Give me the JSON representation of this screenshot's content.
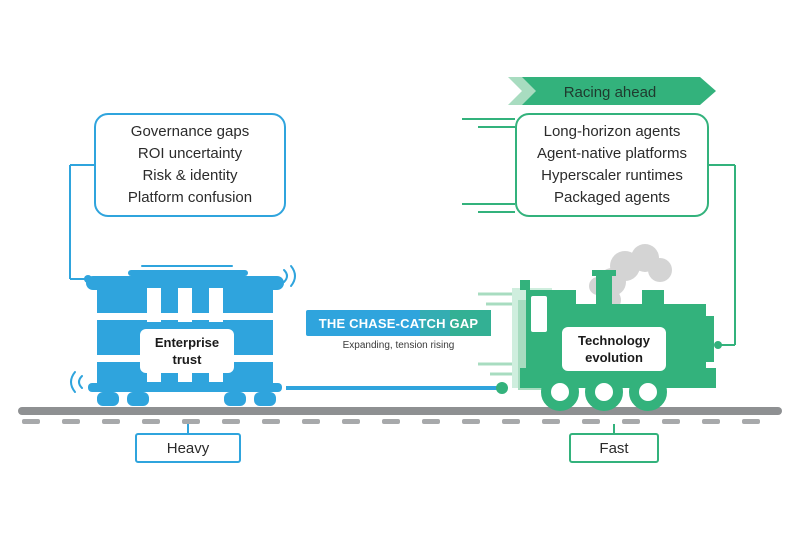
{
  "left_box": {
    "items": [
      "Governance gaps",
      "ROI uncertainty",
      "Risk & identity",
      "Platform confusion"
    ]
  },
  "right_box": {
    "items": [
      "Long-horizon agents",
      "Agent-native platforms",
      "Hyperscaler runtimes",
      "Packaged agents"
    ]
  },
  "racing_label": "Racing ahead",
  "gap": {
    "title": "THE CHASE-CATCH GAP",
    "subtitle": "Expanding, tension rising"
  },
  "car": {
    "line1": "Enterprise",
    "line2": "trust"
  },
  "locomotive": {
    "line1": "Technology",
    "line2": "evolution"
  },
  "badges": {
    "left": "Heavy",
    "right": "Fast"
  },
  "colors": {
    "blue": "#2fa4dd",
    "green": "#33b27c",
    "light_green": "#a8dcc0",
    "rail": "#8e9092",
    "smoke": "#d4d4d4"
  },
  "icons": [
    "train-car-icon",
    "locomotive-icon",
    "smoke-icon",
    "arrow-banner-icon"
  ]
}
